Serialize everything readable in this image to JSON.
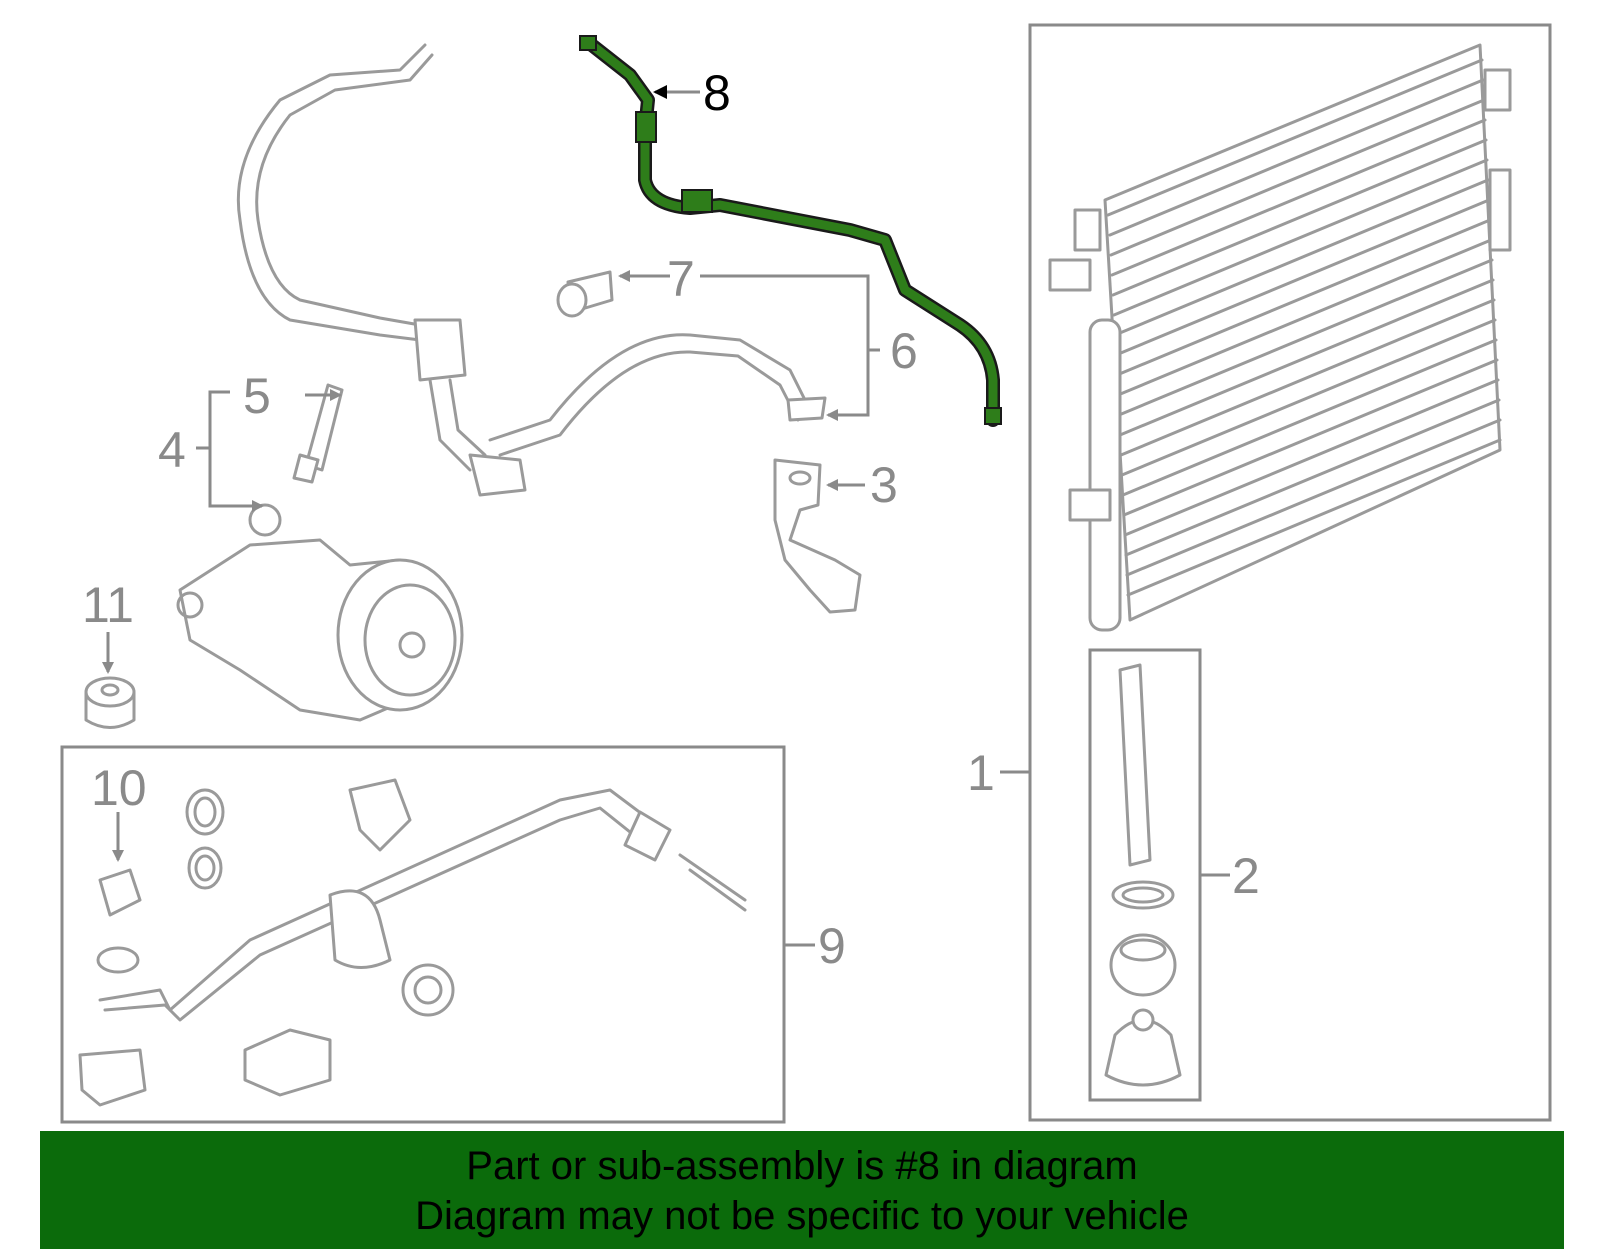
{
  "labels": {
    "n1": "1",
    "n2": "2",
    "n3": "3",
    "n4": "4",
    "n5": "5",
    "n6": "6",
    "n7": "7",
    "n8": "8",
    "n9": "9",
    "n10": "10",
    "n11": "11"
  },
  "banner": {
    "line1": "Part or sub-assembly is #8 in diagram",
    "line2": "Diagram may not be specific to your vehicle"
  },
  "colors": {
    "highlight": "#2e7d1a",
    "banner_bg": "#0b6b0b",
    "line_art": "#9a9a9a"
  }
}
